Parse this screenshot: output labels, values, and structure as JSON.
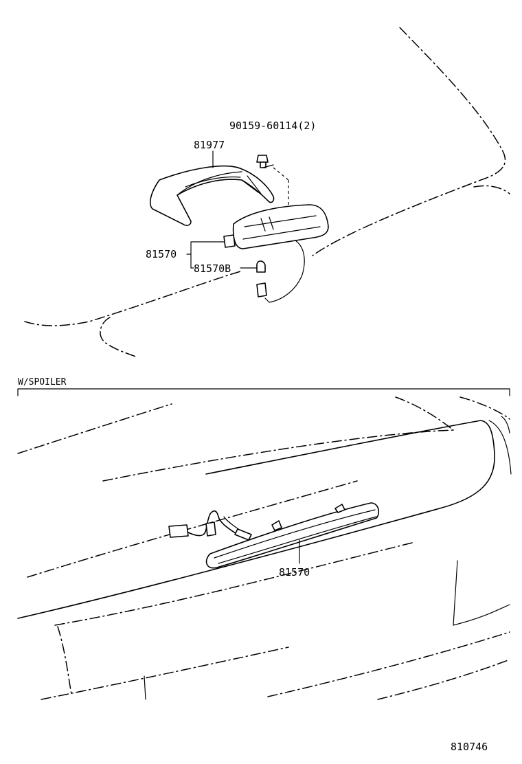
{
  "labels": {
    "fastener": "90159-60114(2)",
    "cover": "81977",
    "lamp": "81570",
    "bulb": "81570B",
    "section_title": "W/SPOILER",
    "spoiler_lamp": "81570",
    "figure_number": "810746"
  }
}
